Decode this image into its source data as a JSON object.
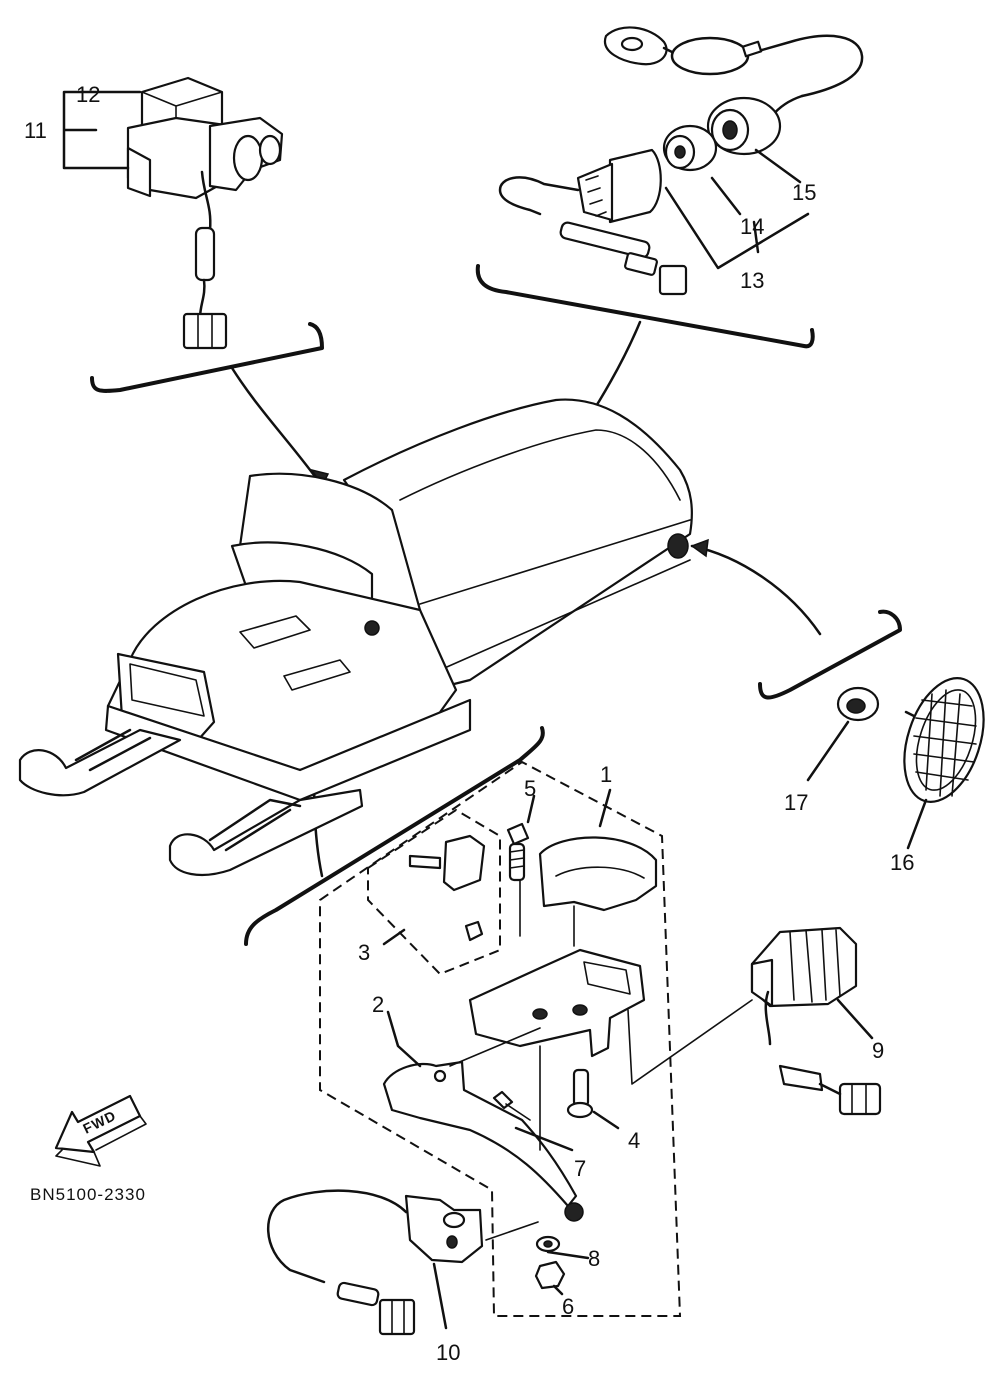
{
  "diagram": {
    "callouts": {
      "c1": "1",
      "c2": "2",
      "c3": "3",
      "c4": "4",
      "c5": "5",
      "c6": "6",
      "c7": "7",
      "c8": "8",
      "c9": "9",
      "c10": "10",
      "c11": "11",
      "c12": "12",
      "c13": "13",
      "c14": "14",
      "c15": "15",
      "c16": "16",
      "c17": "17"
    },
    "fwd_label": "FWD",
    "drawing_code": "BN5100-2330",
    "icons": [
      "snowmobile-illustration",
      "relay-icon",
      "main-switch-icon",
      "throttle-lever-icon",
      "stop-switch-icon",
      "tail-light-icon",
      "grommet-icon",
      "fwd-arrow-icon"
    ]
  }
}
